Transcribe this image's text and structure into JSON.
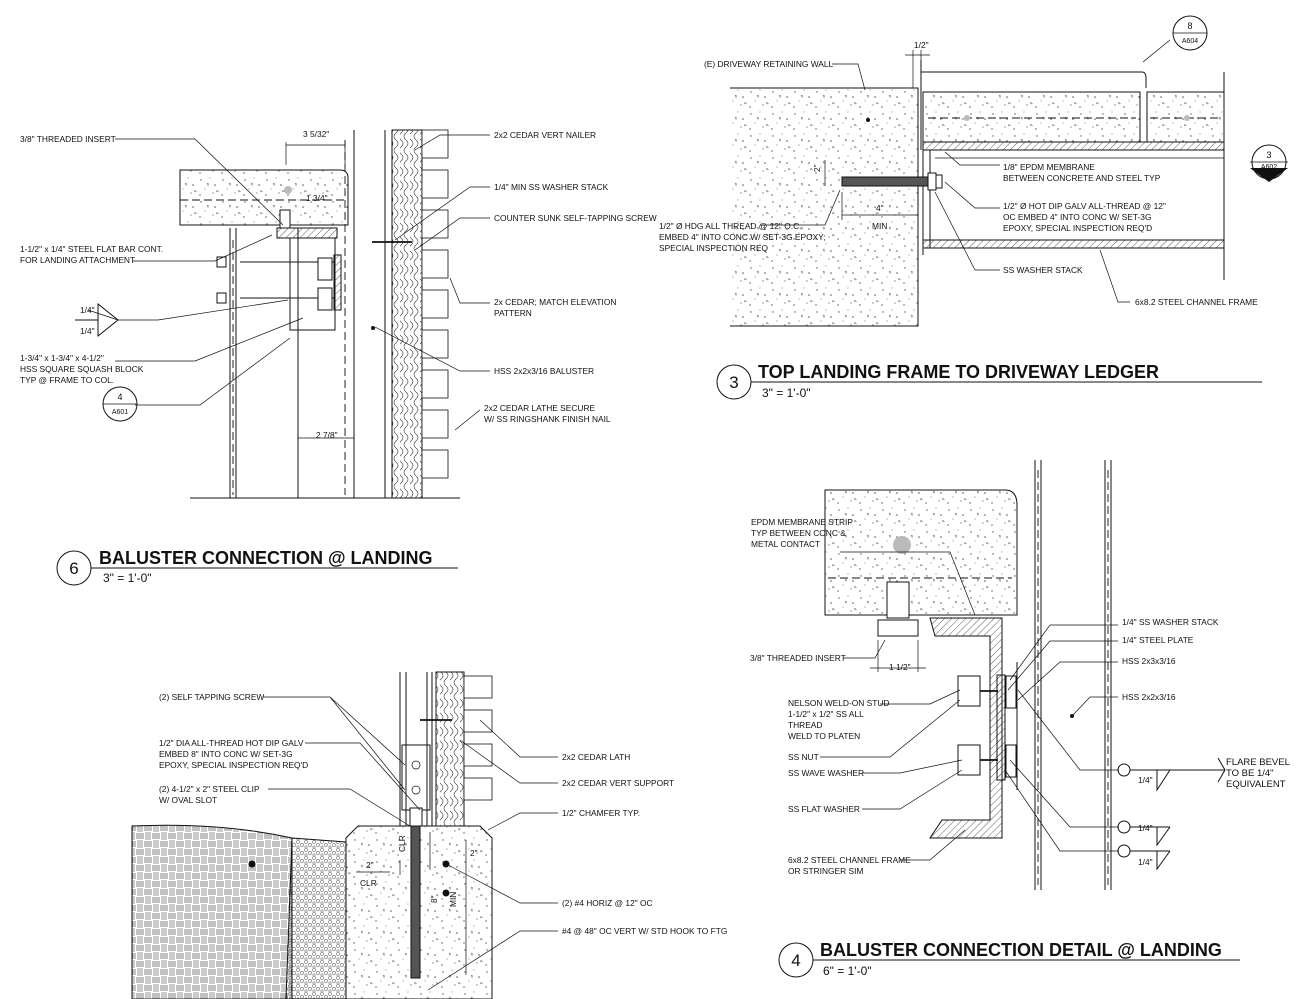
{
  "details": {
    "d6": {
      "number": "6",
      "title": "BALUSTER CONNECTION @ LANDING",
      "scale": "3\" = 1'-0\"",
      "labels": {
        "threaded_insert": "3/8\" THREADED INSERT",
        "dim_top": "3 5/32\"",
        "dim_134": "1 3/4\"",
        "flat_bar_1": "1-1/2\" x 1/4\" STEEL FLAT BAR CONT.",
        "flat_bar_2": "FOR LANDING ATTACHMENT",
        "weld_a": "1/4\"",
        "weld_b": "1/4\"",
        "squash_1": "1-3/4\" x 1-3/4\" x 4-1/2\"",
        "squash_2": "HSS SQUARE SQUASH BLOCK",
        "squash_3": "TYP @ FRAME TO COL.",
        "ref_num": "4",
        "ref_sheet": "A601",
        "dim_bottom": "2 7/8\"",
        "nailer": "2x2 CEDAR VERT NAILER",
        "washer": "1/4\" MIN SS WASHER STACK",
        "screw": "COUNTER SUNK SELF-TAPPING SCREW",
        "cedar_1": "2x CEDAR; MATCH ELEVATION",
        "cedar_2": "PATTERN",
        "baluster": "HSS 2x2x3/16 BALUSTER",
        "lathe_1": "2x2 CEDAR LATHE SECURE",
        "lathe_2": "W/ SS RINGSHANK FINISH NAIL"
      }
    },
    "d3": {
      "number": "3",
      "title": "TOP LANDING FRAME TO DRIVEWAY LEDGER",
      "scale": "3\" = 1'-0\"",
      "labels": {
        "wall": "(E) DRIVEWAY RETAINING WALL",
        "dim_half": "1/2\"",
        "ref8_num": "8",
        "ref8_sheet": "A604",
        "ref3_num": "3",
        "ref3_sheet": "A602",
        "dim_2": "2\"",
        "dim_4": "4\"",
        "min": "MIN",
        "thread_1": "1/2\" Ø HDG ALL THREAD @ 12\" O.C.",
        "thread_2": "EMBED 4\" INTO CONC W/ SET-3G EPOXY;",
        "thread_3": "SPECIAL INSPECTION REQ",
        "epdm_1": "1/8\" EPDM MEMBRANE",
        "epdm_2": "BETWEEN CONCRETE AND STEEL TYP",
        "galv_1": "1/2\" Ø HOT DIP GALV ALL-THREAD @ 12\"",
        "galv_2": "OC EMBED 4\"  INTO CONC W/ SET-3G",
        "galv_3": "EPOXY, SPECIAL INSPECTION REQ'D",
        "washer": "SS WASHER STACK",
        "channel": "6x8.2 STEEL CHANNEL FRAME"
      }
    },
    "d7": {
      "labels": {
        "screw": "(2) SELF TAPPING SCREW",
        "rod_1": "1/2\" DIA ALL-THREAD HOT DIP GALV",
        "rod_2": "EMBED 8\" INTO CONC W/ SET-3G",
        "rod_3": "EPOXY, SPECIAL INSPECTION REQ'D",
        "clip_1": "(2) 4-1/2\" x 2\" STEEL CLIP",
        "clip_2": "W/ OVAL SLOT",
        "lath": "2x2 CEDAR LATH",
        "support": "2x2 CEDAR VERT SUPPORT",
        "chamfer": "1/2\" CHAMFER TYP.",
        "clr_v": "CLR",
        "dim_2a": "2\"",
        "clr_h": "CLR",
        "dim_8": "8\"",
        "min": "MIN",
        "dim_2b": "2\"",
        "horiz": "(2) #4 HORIZ @ 12\" OC",
        "vert": "#4 @ 48\" OC VERT W/ STD HOOK TO FTG"
      }
    },
    "d4": {
      "number": "4",
      "title": "BALUSTER CONNECTION DETAIL @ LANDING",
      "scale": "6\" = 1'-0\"",
      "labels": {
        "epdm_1": "EPDM MEMBRANE STRIP",
        "epdm_2": "TYP BETWEEN CONC &",
        "epdm_3": "METAL CONTACT",
        "insert": "3/8\" THREADED INSERT",
        "dim_112": "1 1/2\"",
        "stud_1": "NELSON WELD-ON STUD",
        "stud_2": "1-1/2\" x 1/2\" SS ALL",
        "stud_3": "THREAD",
        "stud_4": "WELD TO PLATEN",
        "nut": "SS NUT",
        "wave": "SS WAVE WASHER",
        "flat": "SS FLAT WASHER",
        "channel_1": "6x8.2 STEEL CHANNEL FRAME",
        "channel_2": "OR STRINGER SIM",
        "washer": "1/4\" SS WASHER STACK",
        "plate": "1/4\" STEEL PLATE",
        "hss3": "HSS 2x3x3/16",
        "hss2": "HSS 2x2x3/16",
        "bevel_1": "FLARE BEVEL",
        "bevel_2": "TO BE 1/4\"",
        "bevel_3": "EQUIVALENT",
        "w1": "1/4\"",
        "w2": "1/4\"",
        "w3": "1/4\""
      }
    }
  }
}
